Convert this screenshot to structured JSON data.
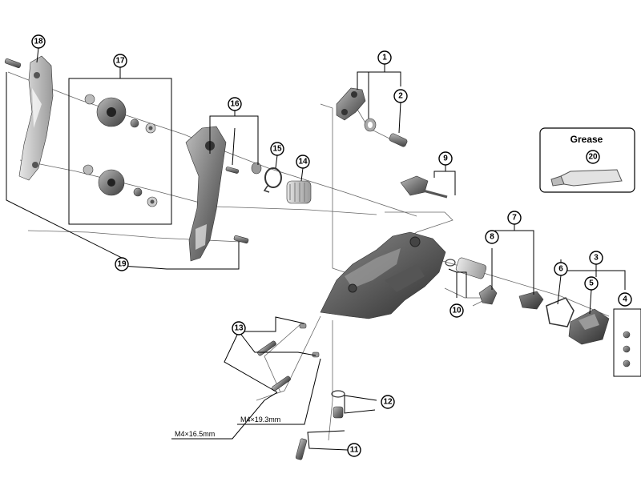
{
  "callouts": {
    "c1": "1",
    "c2": "2",
    "c3": "3",
    "c4": "4",
    "c5": "5",
    "c6": "6",
    "c7": "7",
    "c8": "8",
    "c9": "9",
    "c10": "10",
    "c11": "11",
    "c12": "12",
    "c13": "13",
    "c14": "14",
    "c15": "15",
    "c16": "16",
    "c17": "17",
    "c18": "18",
    "c19": "19",
    "c20": "20"
  },
  "dimensions": {
    "bolt_short": "M4×16.5mm",
    "bolt_long": "M4×19.3mm"
  },
  "grease_box": {
    "title": "Grease"
  },
  "colors": {
    "metal_dark": "#3c3c3c",
    "metal_mid": "#8a8a8a",
    "metal_light": "#c8c8c8"
  }
}
